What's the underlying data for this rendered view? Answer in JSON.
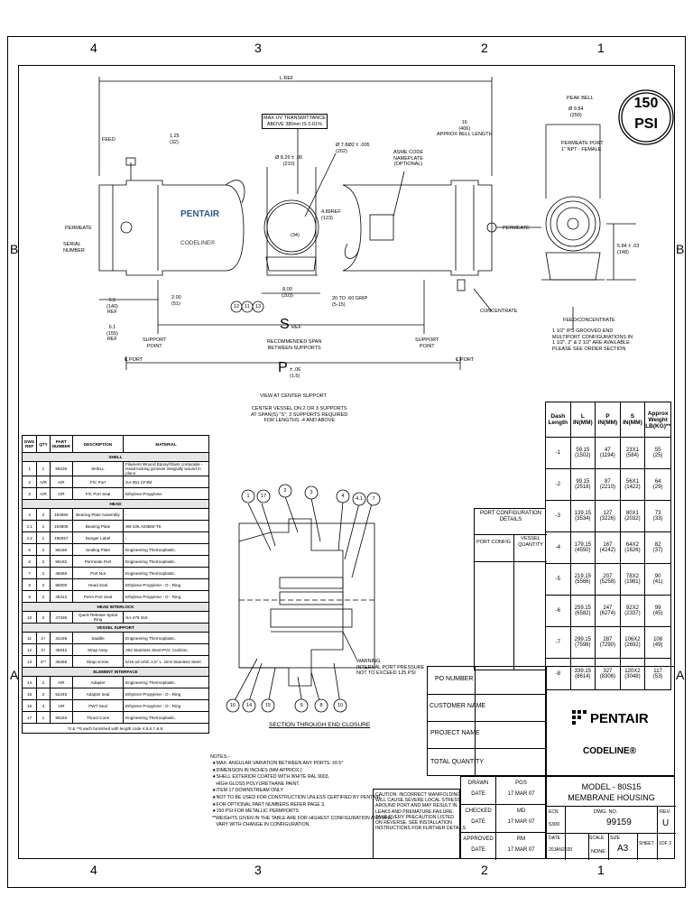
{
  "zones": {
    "top": [
      "4",
      "3",
      "2",
      "1"
    ],
    "bottom": [
      "4",
      "3",
      "2",
      "1"
    ],
    "left": [
      "B",
      "A"
    ],
    "right": [
      "B",
      "A"
    ]
  },
  "pressure_stamp": {
    "value": "150",
    "unit": "PSI"
  },
  "drawing_labels": {
    "overall_length": "L REF",
    "feed": "FEED",
    "feed_dim": "1.25\n(32)",
    "permeate_left": "PERMEATE",
    "serial_number": "SERIAL\nNUMBER",
    "pentair": "PENTAIR",
    "codeline": "CODELINE®",
    "max_uv": "MAX UV TRANSMITTANCE\nABOVE 380nm IS 0.01%",
    "dia_7": "Ø 7.8Ø2 ± .005\n(202)",
    "dia_8": "Ø 8.26 ± .06\n(210)",
    "dim_4": "4.89REF\n(123)",
    "dim_34": "(34)",
    "dim_200": "8.00\n(203)",
    "dim_20": "20 TO .60 GRIP\n(5-15)",
    "asme": "ASME CODE\nNAMEPLATE\n(OPTIONAL)",
    "approx_bell": "16\n(406)\nAPPROX BELL LENGTH",
    "permeate_right": "PERMEATE",
    "concentrate": "CONCENTRATE",
    "dim_55": "5.5\n(140)\nREF",
    "dim_61": "6.1\n(155)\nREF",
    "dim_2": "2.00\n(51)",
    "support_left": "SUPPORT\nPOINT",
    "s_ref": "S",
    "s_ref_suffix": "REF",
    "recommended_span": "RECOMMENDED SPAN\nBETWEEN SUPPORTS",
    "support_right": "SUPPORT\nPOINT",
    "port_left": "℄ PORT",
    "port_right": "℄ PORT",
    "p_dim": "P",
    "p_tol": "± .06\n(1.5)",
    "center_support_title": "VIEW AT CENTER SUPPORT",
    "center_support_note": "CENTER VESSEL ON 2 OR 3 SUPPORTS\nAT SPAN(S) \"S\"; 3 SUPPORTS REQUIRED\nFOR LENGTHS -4 AND ABOVE",
    "peak_bell": "PEAK BELL",
    "peak_bell_dia": "Ø 9.84\n(250)",
    "permeate_port": "PERMEATE PORT\n1\" NPT - FEMALE",
    "dim_583": "5.84 ± .03\n(148)",
    "feed_concentrate": "FEED/CONCENTRATE",
    "grooved_note": "1 1/2\" IPS GROOVED END\nMULTIPORT CONFIGURATIONS IN\n1 1/2\", 2\" & 2 1/2\" ARE AVAILABLE\nPLEASE SEE ORDER SECTION",
    "section_title": "SECTION THROUGH END CLOSURE",
    "warning": "WARNING\nINTERNAL PORT PRESSURE\nNOT TO EXCEED 125 PSI"
  },
  "balloons_main": [
    "12",
    "11",
    "13"
  ],
  "balloons_section_top": [
    "1",
    "17",
    "2",
    "3",
    "4",
    "4.1",
    "7"
  ],
  "balloons_section_bottom": [
    "16",
    "14",
    "15",
    "9",
    "8",
    "10"
  ],
  "bom": {
    "headers": [
      "DWG\nREF",
      "QTY",
      "PART\nNUMBER",
      "DESCRIPTION",
      "MATERIAL"
    ],
    "sections": [
      {
        "title": "SHELL",
        "rows": [
          [
            "1",
            "1",
            "99230",
            "SHELL",
            "Filament Wound Epoxy/Glass composite - Head locking grooves integrally wound in place."
          ],
          [
            "2",
            "A/R",
            "A/R",
            "F/C Port",
            "SA-351 CF3M"
          ],
          [
            "3",
            "A/R",
            "A/R",
            "F/C Port Seal",
            "Ethylene Propylene."
          ]
        ]
      },
      {
        "title": "HEAD",
        "rows": [
          [
            "4",
            "2",
            "194882",
            "Bearing Plate Assembly",
            "-"
          ],
          [
            "4.1",
            "1",
            "194809",
            "Bearing Plate",
            "SB-106 A03560-T6"
          ],
          [
            "4.2",
            "1",
            "196057",
            "Danger Label",
            "-"
          ],
          [
            "5",
            "2",
            "96180",
            "Sealing Plate",
            "Engineering Thermoplastic."
          ],
          [
            "6",
            "2",
            "96182",
            "Permeate Port",
            "Engineering Thermoplastic."
          ],
          [
            "7",
            "2",
            "45066",
            "Port Nut",
            "Engineering Thermoplastic."
          ],
          [
            "8",
            "2",
            "96000",
            "Head Seal",
            "Ethylene Propylene - O - Ring"
          ],
          [
            "9",
            "2",
            "45312",
            "Perm Port Seal",
            "Ethylene Propylene - O - Ring"
          ]
        ]
      },
      {
        "title": "HEAD INTERLOCK",
        "rows": [
          [
            "10",
            "2",
            "47336",
            "Quick Release Spiral Ring",
            "SA-479 316"
          ]
        ]
      },
      {
        "title": "VESSEL SUPPORT",
        "rows": [
          [
            "11",
            "2+",
            "32169",
            "Saddle",
            "Engineering Thermoplastic."
          ],
          [
            "12",
            "2+",
            "45042",
            "Strap Assy.",
            "304 Stainless Steel-PVC Cushion."
          ],
          [
            "13",
            "4**",
            "46265",
            "Strap screw.",
            "5/16-18 UNC 2.5\" L. 18-8 Stainless Steel."
          ]
        ]
      },
      {
        "title": "ELEMENT INTERFACE",
        "rows": [
          [
            "14",
            "2",
            "A/R",
            "Adapter",
            "Engineering Thermoplastic."
          ],
          [
            "15",
            "2",
            "52245",
            "Adapter seal",
            "Ethylene Propylene - O - Ring"
          ],
          [
            "16",
            "4",
            "A/R",
            "PWT Seal",
            "Ethylene Propylene - O - Ring"
          ],
          [
            "17",
            "1",
            "96183",
            "Thrust Cone",
            "Engineering Thermoplastic."
          ]
        ]
      }
    ],
    "footnote": "*3 & **6 each furnished with length code 4,5,6,7 & 8."
  },
  "dash_table": {
    "headers": [
      "Dash\nLength",
      "L\nIN(MM)",
      "P\nIN(MM)",
      "S\nIN(MM)",
      "Approx\nWeight\nLB(KG)**"
    ],
    "rows": [
      [
        "-1",
        "59.15\n(1502)",
        "47\n(1194)",
        "23X1\n(584)",
        "55\n(25)"
      ],
      [
        "-2",
        "99.15\n(2518)",
        "87\n(2210)",
        "56X1\n(1422)",
        "64\n(29)"
      ],
      [
        "-3",
        "139.15\n(3534)",
        "127\n(3226)",
        "80X1\n(2032)",
        "73\n(33)"
      ],
      [
        "-4",
        "179.15\n(4550)",
        "167\n(4242)",
        "64X2\n(1626)",
        "82\n(37)"
      ],
      [
        "-5",
        "219.15\n(5566)",
        "207\n(5258)",
        "78X2\n(1981)",
        "90\n(41)"
      ],
      [
        "-6",
        "259.15\n(6582)",
        "247\n(6274)",
        "92X2\n(2337)",
        "99\n(45)"
      ],
      [
        "-7",
        "299.15\n(7598)",
        "287\n(7290)",
        "106X2\n(2692)",
        "108\n(49)"
      ],
      [
        "-8",
        "339.15\n(8614)",
        "327\n(8306)",
        "120X2\n(3048)",
        "117\n(53)"
      ]
    ]
  },
  "port_config": {
    "title": "PORT CONFIGURATION\nDETAILS",
    "col1": "PORT CONFIG",
    "col2": "VESSEL\nQUANTITY"
  },
  "order_fields": [
    "PO NUMBER",
    "CUSTOMER NAME",
    "PROJECT NAME",
    "TOTAL QUANTITY"
  ],
  "notes": {
    "title": "NOTES:-",
    "items": [
      "★MAX. ANGULAR VARIATION BETWEEN ANY PORTS: ±0.5°",
      "★DIMENSION IN INCHES (MM APPROX.)",
      "★SHELL EXTERIOR COATED WITH WHITE RAL 9003,",
      "   HIGH GLOSS POLYURETHANE PAINT.",
      "★ITEM 17 DOWNSTREAM ONLY",
      "★NOT TO BE USED FOR CONSTRUCTION UNLESS CERTIFIED BY PENTAIR.",
      "★FOR OPTIONAL PART NUMBERS REFER PAGE 3.",
      "★150 PSI FOR METALLIC PERMPORTS",
      "**WEIGHTS GIVEN IN THE TABLE ARE FOR HIGHEST CONFIGURATION AND WILL",
      "   VARY WITH CHANGE IN CONFIGURATION."
    ]
  },
  "caution": "CAUTION: INCORRECT MANIFOLDING\nWILL CAUSE SEVERE LOCAL STRESS\nAROUND PORT AND MAY RESULT IN\nLEAKS AND PREMATURE FAILURE.\nTAKE EVERY PRECAUTION LISTED\nON REVERSE. SEE INSTALLATION\nINSTRUCTIONS FOR FURTHER DETAILS",
  "signoff": [
    {
      "role": "DRAWN",
      "who": "PGS",
      "date_label": "DATE",
      "date": "17 MAR 07"
    },
    {
      "role": "CHECKED",
      "who": "MD",
      "date_label": "DATE",
      "date": "17 MAR 07"
    },
    {
      "role": "APPROVED",
      "who": "RM",
      "date_label": "DATE",
      "date": "17 MAR 07"
    }
  ],
  "title_block": {
    "brand": "PENTAIR",
    "sub_brand": "CODELINE®",
    "model": "MODEL - 80S15",
    "description": "MEMBRANE HOUSING",
    "ecn_label": "ECN",
    "ecn": "5300",
    "dwg_label": "DWG. NO.",
    "dwg": "99159",
    "rev_label": "REV.",
    "rev": "U",
    "date_label": "DATE",
    "date": "20JAN2020",
    "scale_label": "SCALE",
    "scale": "NONE",
    "size_label": "SIZE",
    "size": "A3",
    "sheet_label": "SHEET",
    "sheet": "1OF 3"
  }
}
